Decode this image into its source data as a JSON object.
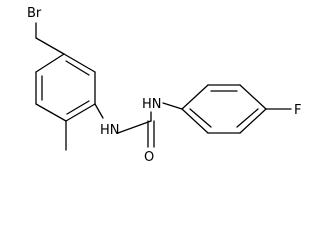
{
  "molecule": {
    "labels": {
      "bromine": "Br",
      "fluorine": "F",
      "nh_left": "HN",
      "nh_right": "HN",
      "carbonyl_oxygen": "O"
    }
  }
}
